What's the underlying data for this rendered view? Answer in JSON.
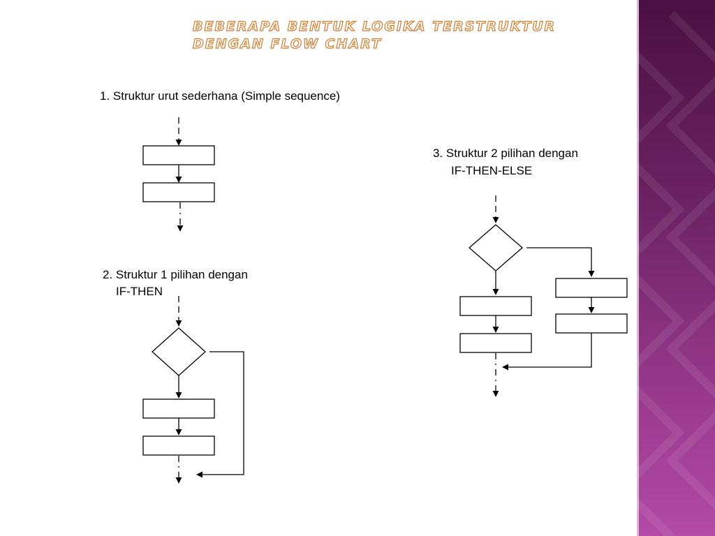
{
  "slide": {
    "title_line1": "Beberapa bentuk logika terstruktur",
    "title_line2": "dengan flow chart",
    "accent_color": "#d07a2a",
    "side_band_color": "#8a2f80"
  },
  "sections": {
    "s1_label": "1. Struktur urut sederhana (Simple sequence)",
    "s2_label_line1": "2. Struktur 1 pilihan dengan",
    "s2_label_line2": "IF-THEN",
    "s3_label_line1": "3. Struktur 2 pilihan dengan",
    "s3_label_line2": "IF-THEN-ELSE"
  }
}
